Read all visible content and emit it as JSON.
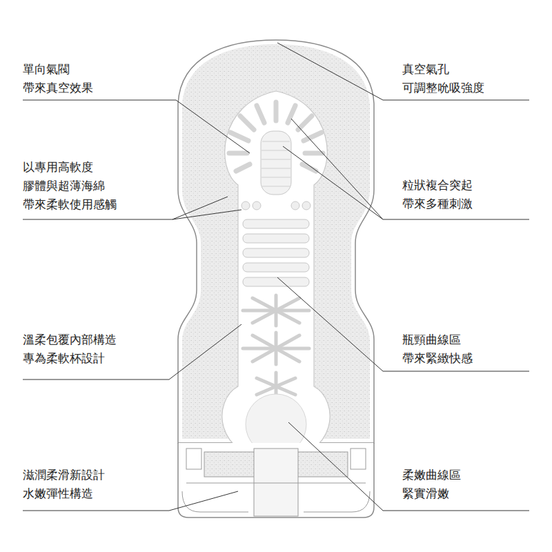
{
  "diagram": {
    "labels": [
      "單向氣閥 帶來真空效果",
      "真空氣孔 可調整吮吸強度",
      "以專用高軟度 膠體與超薄海綿 帶來柔軟使用感觸",
      "粒狀複合突起 帶來多種刺激",
      "溫柔包覆內部構造 專為柔軟杯設計",
      "瓶頸曲線區 帶來緊緻快感",
      "滋潤柔滑新設計 水嫩彈性構造",
      "柔嫩曲線區 緊實滑嫩"
    ]
  }
}
